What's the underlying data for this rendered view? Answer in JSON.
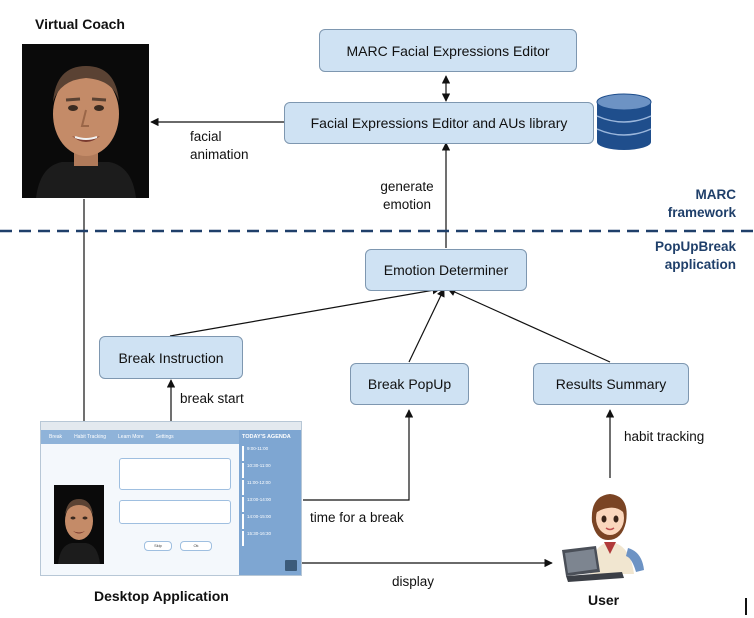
{
  "nodes": {
    "marc_editor": "MARC Facial Expressions Editor",
    "au_library": "Facial Expressions Editor and AUs library",
    "emotion_determiner": "Emotion Determiner",
    "break_instruction": "Break Instruction",
    "break_popup": "Break PopUp",
    "results_summary": "Results Summary"
  },
  "labels": {
    "virtual_coach": "Virtual Coach",
    "desktop_application": "Desktop Application",
    "user": "User",
    "facial_animation": [
      "facial",
      "animation"
    ],
    "generate_emotion": [
      "generate",
      "emotion"
    ],
    "marc_framework": [
      "MARC",
      "framework"
    ],
    "popupbreak_application": [
      "PopUpBreak",
      "application"
    ],
    "break_start": "break start",
    "time_for_a_break": "time for a break",
    "habit_tracking": "habit tracking",
    "display": "display"
  },
  "desktop_screenshot": {
    "nav_tabs": [
      "Break",
      "Habit Tracking",
      "Learn More",
      "Settings"
    ],
    "agenda_title": "TODAY'S AGENDA",
    "agenda_items": [
      "9:00-11:00",
      "10:30-11:00",
      "11:00-12:00",
      "13:00-14:00",
      "14:00-15:00",
      "15:30-16:30"
    ],
    "buttons": [
      "Skip",
      "Ok"
    ]
  },
  "colors": {
    "node_fill": "#cfe2f3",
    "node_border": "#7e97b0",
    "divider": "#1f3f6a",
    "database": "#1f4e8c"
  }
}
